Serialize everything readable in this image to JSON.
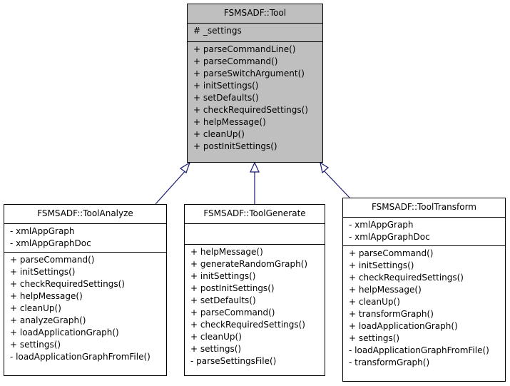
{
  "colors": {
    "base_fill": "#bfbfbf",
    "derived_fill": "#ffffff",
    "border": "#000000",
    "edge": "#191970"
  },
  "classes": {
    "tool": {
      "name": "FSMSADF::Tool",
      "attributes": [
        "# _settings"
      ],
      "methods": [
        "+ parseCommandLine()",
        "+ parseCommand()",
        "+ parseSwitchArgument()",
        "+ initSettings()",
        "+ setDefaults()",
        "+ checkRequiredSettings()",
        "+ helpMessage()",
        "+ cleanUp()",
        "+ postInitSettings()"
      ]
    },
    "analyze": {
      "name": "FSMSADF::ToolAnalyze",
      "attributes": [
        "- xmlAppGraph",
        "- xmlAppGraphDoc"
      ],
      "methods": [
        "+ parseCommand()",
        "+ initSettings()",
        "+ checkRequiredSettings()",
        "+ helpMessage()",
        "+ cleanUp()",
        "+ analyzeGraph()",
        "+ loadApplicationGraph()",
        "+ settings()",
        "- loadApplicationGraphFromFile()"
      ]
    },
    "generate": {
      "name": "FSMSADF::ToolGenerate",
      "attributes": [],
      "methods": [
        "+ helpMessage()",
        "+ generateRandomGraph()",
        "+ initSettings()",
        "+ postInitSettings()",
        "+ setDefaults()",
        "+ parseCommand()",
        "+ checkRequiredSettings()",
        "+ cleanUp()",
        "+ settings()",
        "- parseSettingsFile()"
      ]
    },
    "transform": {
      "name": "FSMSADF::ToolTransform",
      "attributes": [
        "- xmlAppGraph",
        "- xmlAppGraphDoc"
      ],
      "methods": [
        "+ parseCommand()",
        "+ initSettings()",
        "+ checkRequiredSettings()",
        "+ helpMessage()",
        "+ cleanUp()",
        "+ transformGraph()",
        "+ loadApplicationGraph()",
        "+ settings()",
        "- loadApplicationGraphFromFile()",
        "- transformGraph()"
      ]
    }
  }
}
